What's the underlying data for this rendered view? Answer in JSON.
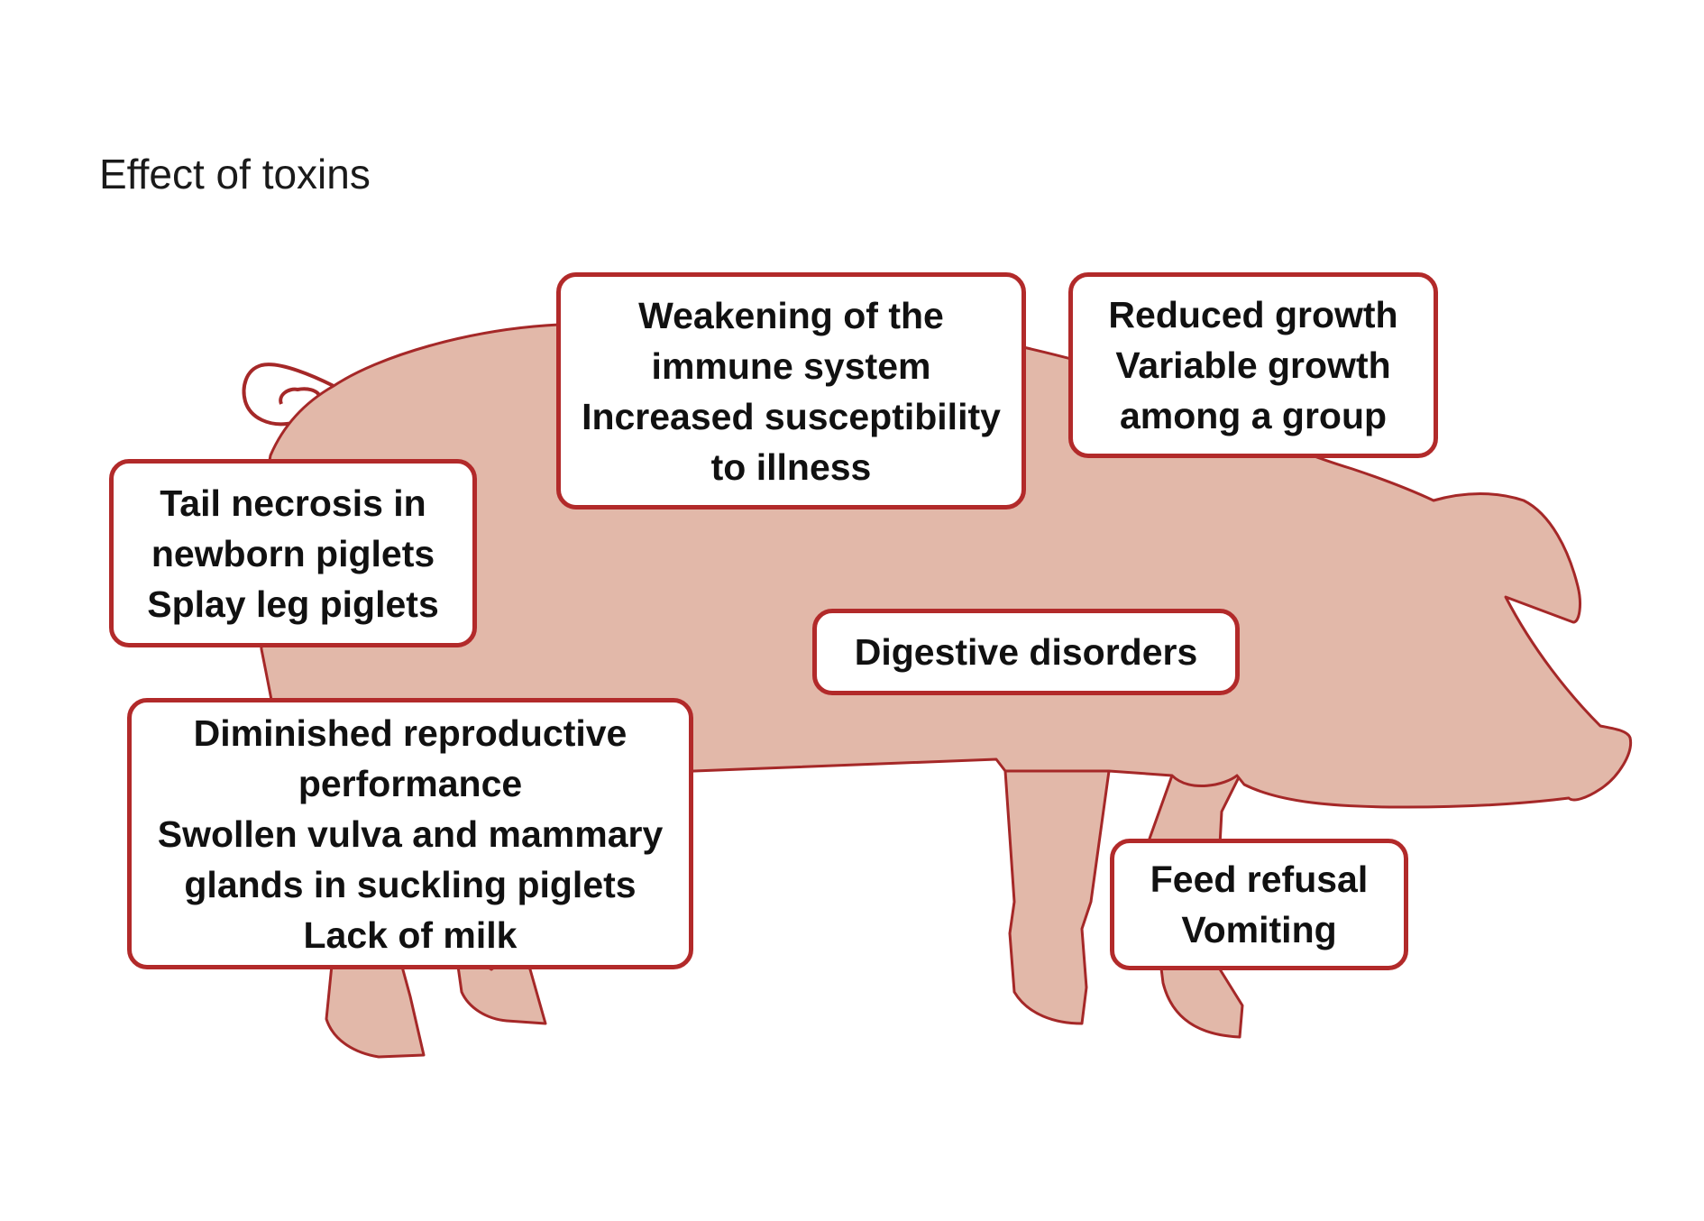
{
  "title": "Effect of toxins",
  "colors": {
    "pig_fill": "#e2b8a9",
    "pig_outline": "#a52828",
    "box_border": "#b22a2a"
  },
  "boxes": {
    "immune": {
      "lines": [
        "Weakening of the",
        "immune system",
        "Increased susceptibility",
        "to illness"
      ]
    },
    "growth": {
      "lines": [
        "Reduced growth",
        "Variable growth",
        "among a group"
      ]
    },
    "tail": {
      "lines": [
        "Tail necrosis in",
        "newborn piglets",
        "Splay leg piglets"
      ]
    },
    "digestive": {
      "lines": [
        "Digestive disorders"
      ]
    },
    "reproductive": {
      "lines": [
        "Diminished reproductive",
        "performance",
        "Swollen vulva and mammary",
        "glands in suckling piglets",
        "Lack of milk"
      ]
    },
    "feed": {
      "lines": [
        "Feed refusal",
        "Vomiting"
      ]
    }
  }
}
